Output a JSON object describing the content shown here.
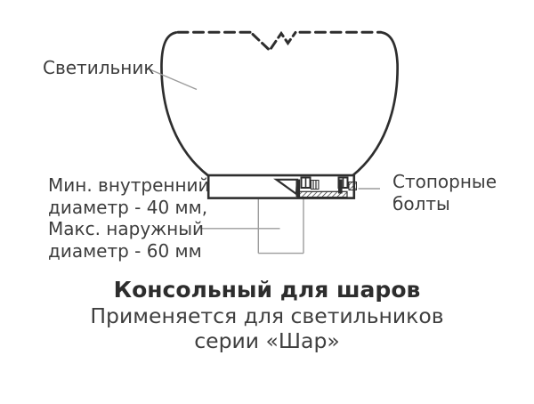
{
  "colors": {
    "line": "#2e2e2e",
    "leader": "#9c9c9c",
    "text": "#3d3d3d"
  },
  "diagram": {
    "fixture_label": "Светильник",
    "diameter_note": {
      "lines": [
        "Мин. внутренний",
        "диаметр - 40 мм,",
        "Макс. наружный",
        "диаметр - 60 мм"
      ]
    },
    "bolts_label": {
      "lines": [
        "Стопорные",
        "болты"
      ]
    },
    "dimensions": {
      "min_inner_diameter_mm": 40,
      "max_outer_diameter_mm": 60
    }
  },
  "caption": {
    "title": "Консольный для шаров",
    "subtitle_line1": "Применяется для светильников",
    "subtitle_line2": "серии «Шар»"
  }
}
